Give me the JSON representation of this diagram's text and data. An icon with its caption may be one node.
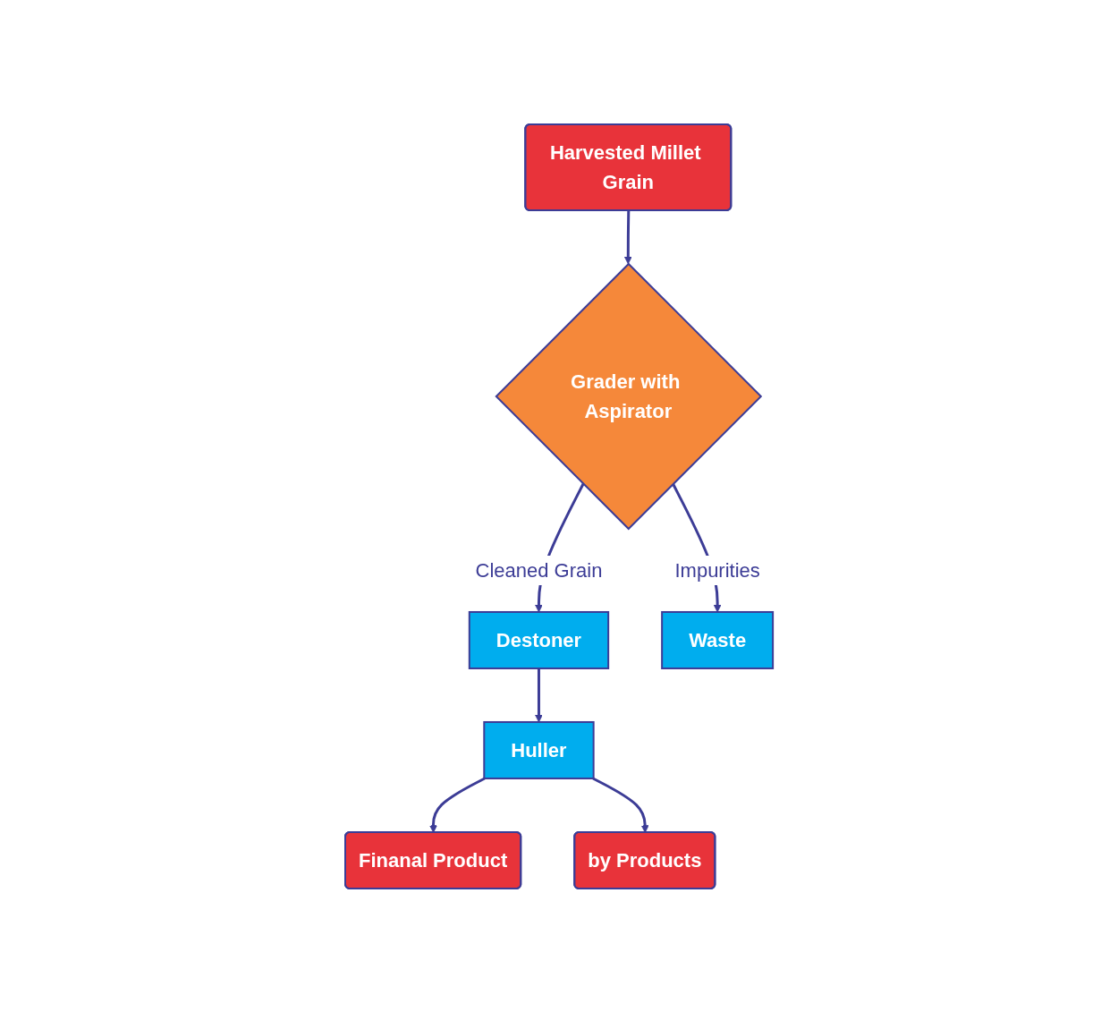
{
  "diagram": {
    "nodes": [
      {
        "text": [
          "Harvested Millet Grain"
        ]
      },
      {
        "text": [
          "Grader with Aspirator"
        ]
      },
      {
        "text": [
          "Huller"
        ]
      },
      {
        "text": [
          "Destoner"
        ]
      },
      {
        "text": [
          "Waste"
        ]
      },
      {
        "text": [
          "Finanal Product"
        ]
      },
      {
        "text": [
          "by Products"
        ]
      }
    ],
    "edges": [
      {
        "from": 0,
        "to": 1,
        "arrow": "to"
      },
      {
        "from": 1,
        "to": 4,
        "label": "Impurities",
        "arrow": "to"
      },
      {
        "from": 1,
        "to": 3,
        "label": "Cleaned Grain",
        "arrow": "to"
      },
      {
        "from": 3,
        "to": 2,
        "arrow": "to"
      },
      {
        "from": 2,
        "to": 5,
        "arrow": "to"
      },
      {
        "from": 2,
        "to": 6,
        "arrow": "to"
      }
    ]
  }
}
